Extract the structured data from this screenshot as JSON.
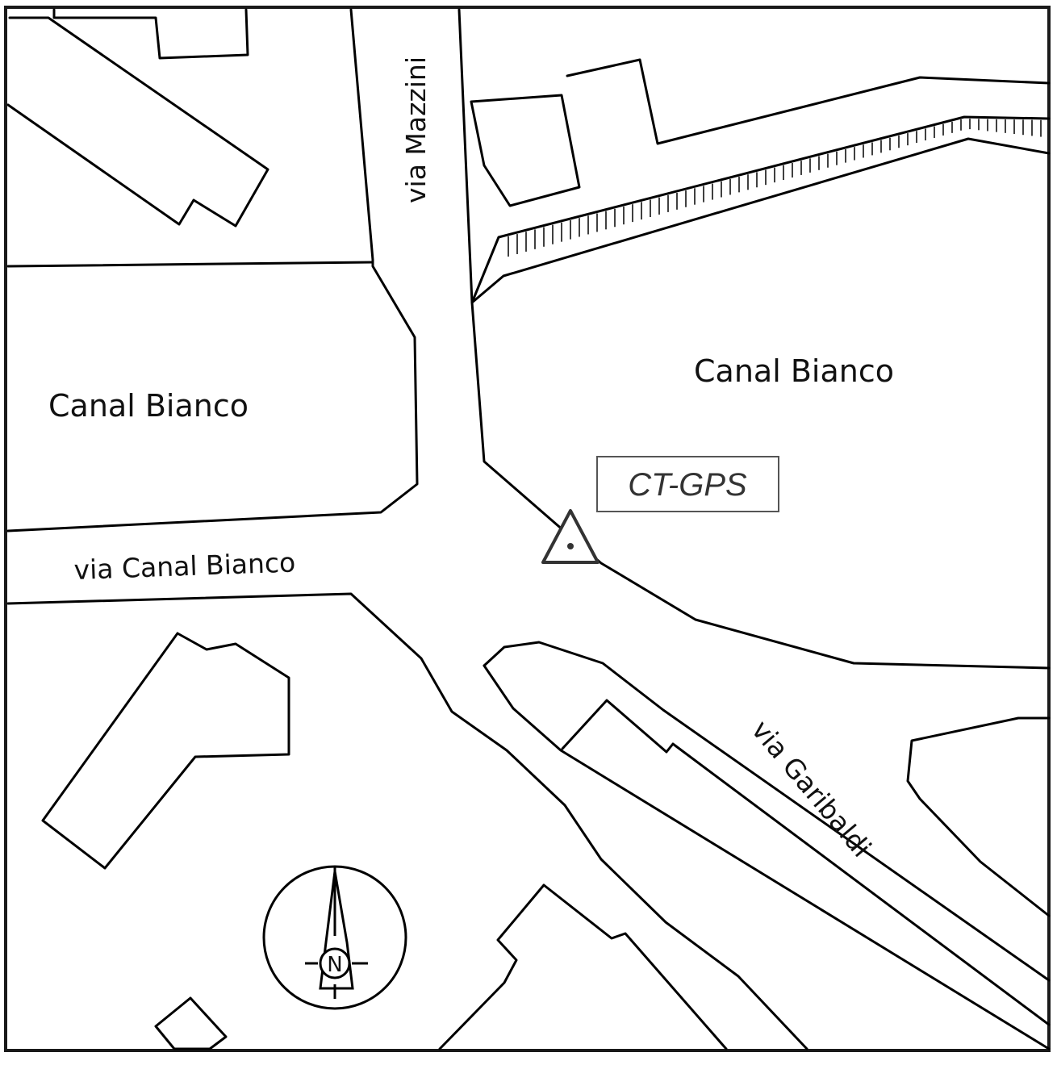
{
  "map": {
    "labels": {
      "canal_left": "Canal Bianco",
      "canal_right": "Canal Bianco",
      "via_mazzini": "via Mazzini",
      "via_canal_bianco": "via Canal Bianco",
      "via_garibaldi": "via Garibaldi"
    },
    "station": {
      "name": "CT-GPS",
      "icon": "triangle-station-icon"
    },
    "compass": {
      "letter": "N",
      "icon": "north-arrow-icon"
    }
  }
}
